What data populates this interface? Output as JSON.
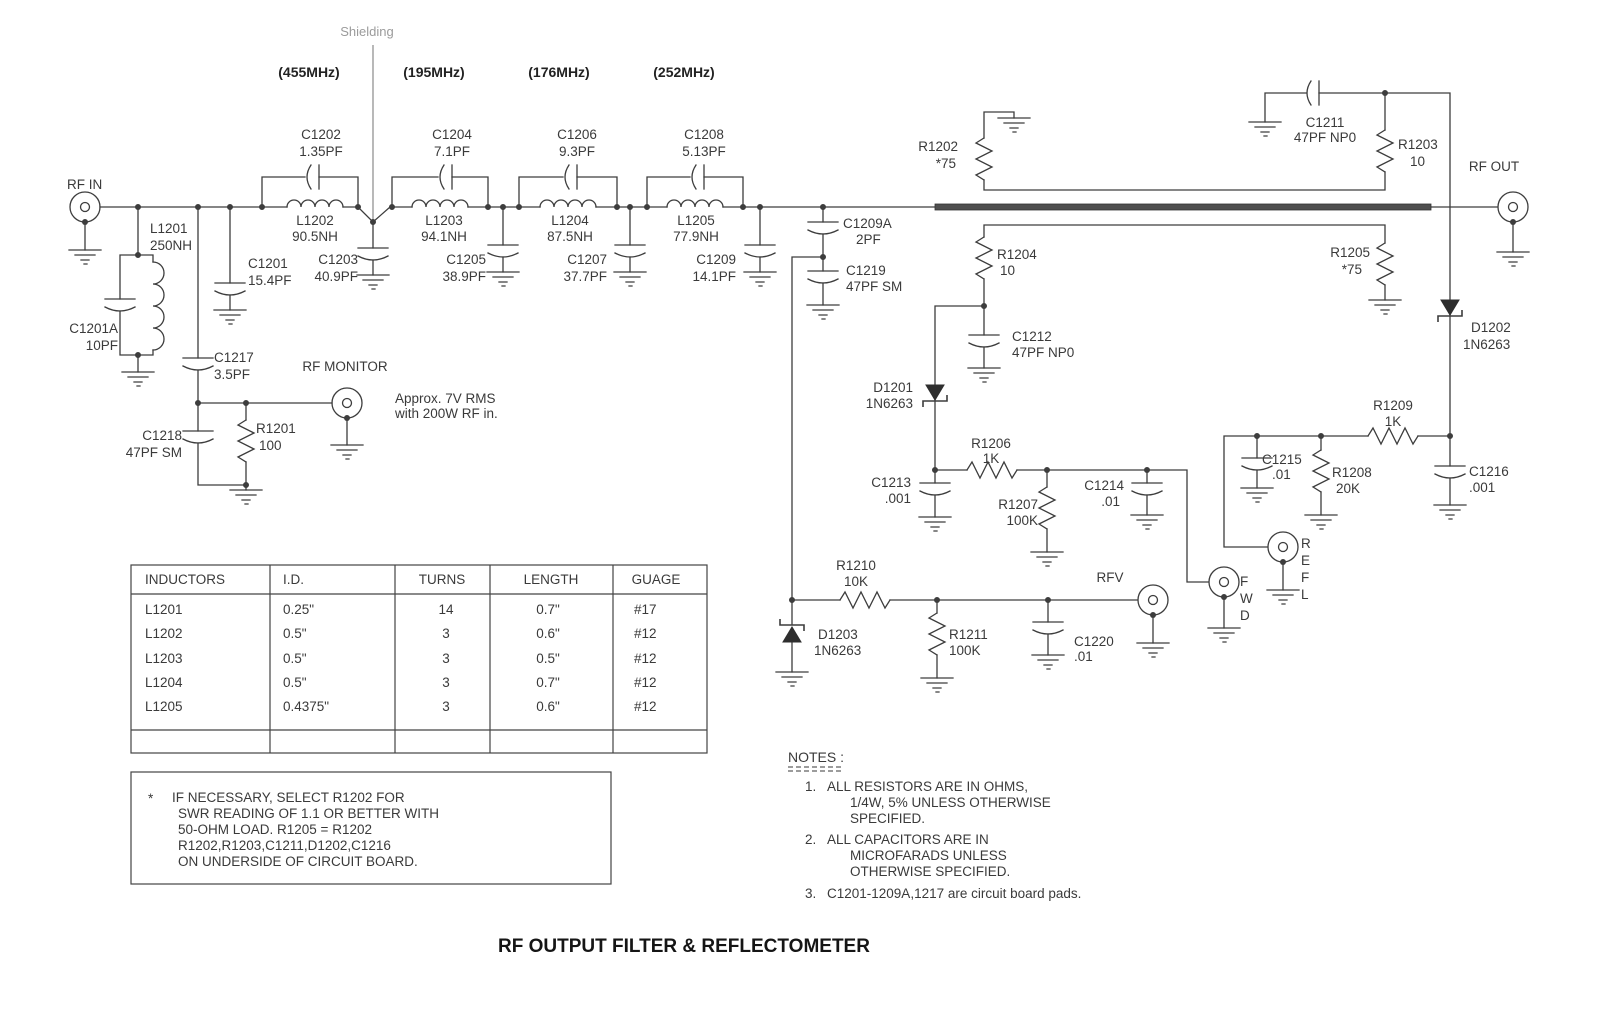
{
  "misc": {
    "title": "RF OUTPUT FILTER & REFLECTOMETER",
    "shielding": "Shielding",
    "monitor_note1": "Approx. 7V RMS",
    "monitor_note2": "with 200W RF in."
  },
  "colors": {
    "wire": "#3d3d3d",
    "shield_gray": "#9b9b9b",
    "background": "#ffffff"
  },
  "freqs": [
    "(455MHz)",
    "(195MHz)",
    "(176MHz)",
    "(252MHz)"
  ],
  "ports": {
    "rf_in": "RF IN",
    "rf_out": "RF OUT",
    "rf_monitor": "RF MONITOR",
    "rfv": "RFV",
    "fwd": "FWD",
    "refl": "REFL"
  },
  "c": {
    "L1201": {
      "r": "L1201",
      "v": "250NH"
    },
    "C1201A": {
      "r": "C1201A",
      "v": "10PF"
    },
    "C1201": {
      "r": "C1201",
      "v": "15.4PF"
    },
    "C1217": {
      "r": "C1217",
      "v": "3.5PF"
    },
    "C1218": {
      "r": "C1218",
      "v": "47PF SM"
    },
    "R1201": {
      "r": "R1201",
      "v": "100"
    },
    "C1202": {
      "r": "C1202",
      "v": "1.35PF"
    },
    "L1202": {
      "r": "L1202",
      "v": "90.5NH"
    },
    "C1203": {
      "r": "C1203",
      "v": "40.9PF"
    },
    "C1204": {
      "r": "C1204",
      "v": "7.1PF"
    },
    "L1203": {
      "r": "L1203",
      "v": "94.1NH"
    },
    "C1205": {
      "r": "C1205",
      "v": "38.9PF"
    },
    "C1206": {
      "r": "C1206",
      "v": "9.3PF"
    },
    "L1204": {
      "r": "L1204",
      "v": "87.5NH"
    },
    "C1207": {
      "r": "C1207",
      "v": "37.7PF"
    },
    "C1208": {
      "r": "C1208",
      "v": "5.13PF"
    },
    "L1205": {
      "r": "L1205",
      "v": "77.9NH"
    },
    "C1209": {
      "r": "C1209",
      "v": "14.1PF"
    },
    "C1209A": {
      "r": "C1209A",
      "v": "2PF"
    },
    "C1219": {
      "r": "C1219",
      "v": "47PF SM"
    },
    "R1202": {
      "r": "R1202",
      "v": "*75"
    },
    "C1211": {
      "r": "C1211",
      "v": "47PF NP0"
    },
    "R1203": {
      "r": "R1203",
      "v": "10"
    },
    "R1204": {
      "r": "R1204",
      "v": "10"
    },
    "R1205": {
      "r": "R1205",
      "v": "*75"
    },
    "C1212": {
      "r": "C1212",
      "v": "47PF NP0"
    },
    "D1201": {
      "r": "D1201",
      "v": "1N6263"
    },
    "D1202": {
      "r": "D1202",
      "v": "1N6263"
    },
    "R1206": {
      "r": "R1206",
      "v": "1K"
    },
    "C1213": {
      "r": "C1213",
      "v": ".001"
    },
    "R1207": {
      "r": "R1207",
      "v": "100K"
    },
    "C1214": {
      "r": "C1214",
      "v": ".01"
    },
    "C1215": {
      "r": "C1215",
      "v": ".01"
    },
    "R1208": {
      "r": "R1208",
      "v": "20K"
    },
    "R1209": {
      "r": "R1209",
      "v": "1K"
    },
    "C1216": {
      "r": "C1216",
      "v": ".001"
    },
    "R1210": {
      "r": "R1210",
      "v": "10K"
    },
    "D1203": {
      "r": "D1203",
      "v": "1N6263"
    },
    "R1211": {
      "r": "R1211",
      "v": "100K"
    },
    "C1220": {
      "r": "C1220",
      "v": ".01"
    }
  },
  "table": {
    "headers": [
      "INDUCTORS",
      "I.D.",
      "TURNS",
      "LENGTH",
      "GUAGE"
    ],
    "rows": [
      [
        "L1201",
        "0.25\"",
        "14",
        "0.7\"",
        "#17"
      ],
      [
        "L1202",
        "0.5\"",
        "3",
        "0.6\"",
        "#12"
      ],
      [
        "L1203",
        "0.5\"",
        "3",
        "0.5\"",
        "#12"
      ],
      [
        "L1204",
        "0.5\"",
        "3",
        "0.7\"",
        "#12"
      ],
      [
        "L1205",
        "0.4375\"",
        "3",
        "0.6\"",
        "#12"
      ]
    ]
  },
  "star": {
    "mark": "*",
    "lines": [
      "IF NECESSARY, SELECT R1202 FOR",
      "SWR READING OF 1.1 OR BETTER WITH",
      "50-OHM LOAD.  R1205 = R1202",
      "R1202,R1203,C1211,D1202,C1216",
      "ON UNDERSIDE OF CIRCUIT BOARD."
    ]
  },
  "notes": {
    "heading": "NOTES :",
    "n1": [
      "1.",
      "ALL RESISTORS ARE IN OHMS,",
      "1/4W, 5% UNLESS OTHERWISE",
      "SPECIFIED."
    ],
    "n2": [
      "2.",
      "ALL CAPACITORS ARE IN",
      "MICROFARADS UNLESS",
      "OTHERWISE SPECIFIED."
    ],
    "n3": [
      "3.",
      "C1201-1209A,1217 are circuit board pads."
    ]
  }
}
